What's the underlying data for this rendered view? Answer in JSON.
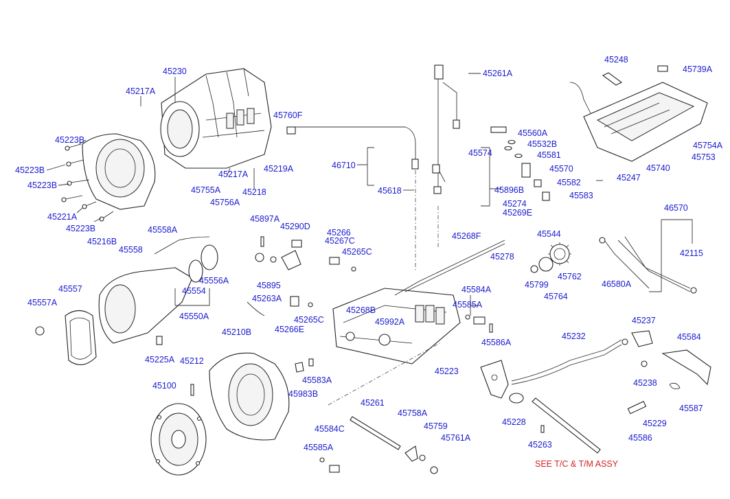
{
  "labels": {
    "l45230": "45230",
    "l45217A_1": "45217A",
    "l45223B_1": "45223B",
    "l45223B_2": "45223B",
    "l45223B_3": "45223B",
    "l45221A": "45221A",
    "l45223B_4": "45223B",
    "l45216B": "45216B",
    "l45760F": "45760F",
    "l45217A_2": "45217A",
    "l45219A": "45219A",
    "l45755A": "45755A",
    "l45218": "45218",
    "l45756A": "45756A",
    "l46710": "46710",
    "l45618": "45618",
    "l45261A": "45261A",
    "l45560A": "45560A",
    "l45532B": "45532B",
    "l45574": "45574",
    "l45581": "45581",
    "l45570": "45570",
    "l45582": "45582",
    "l45583": "45583",
    "l45896B": "45896B",
    "l45248": "45248",
    "l45739A": "45739A",
    "l45754A": "45754A",
    "l45753": "45753",
    "l45740": "45740",
    "l45247": "45247",
    "l45274": "45274",
    "l45269E": "45269E",
    "l46570": "46570",
    "l45897A": "45897A",
    "l45290D": "45290D",
    "l45266": "45266",
    "l45267C": "45267C",
    "l45265C_1": "45265C",
    "l45268F": "45268F",
    "l45544": "45544",
    "l45278": "45278",
    "l42115": "42115",
    "l45558A": "45558A",
    "l45558": "45558",
    "l45895": "45895",
    "l45762": "45762",
    "l45799": "45799",
    "l46580A": "46580A",
    "l45764": "45764",
    "l45557": "45557",
    "l45556A": "45556A",
    "l45554": "45554",
    "l45263A": "45263A",
    "l45584A": "45584A",
    "l45585A_1": "45585A",
    "l45557A": "45557A",
    "l45550A": "45550A",
    "l45265C_2": "45265C",
    "l45268B": "45268B",
    "l45992A": "45992A",
    "l45266E": "45266E",
    "l45210B": "45210B",
    "l45237": "45237",
    "l45232": "45232",
    "l45584": "45584",
    "l45586A": "45586A",
    "l45225A": "45225A",
    "l45212": "45212",
    "l45583A": "45583A",
    "l45223": "45223",
    "l45238": "45238",
    "l45100": "45100",
    "l45983B": "45983B",
    "l45587": "45587",
    "l45261": "45261",
    "l45758A": "45758A",
    "l45228": "45228",
    "l45229": "45229",
    "l45584C": "45584C",
    "l45759": "45759",
    "l45761A": "45761A",
    "l45263": "45263",
    "l45586": "45586",
    "l45585A_2": "45585A",
    "note": "SEE T/C & T/M ASSY"
  },
  "colors": {
    "label": "#1a1ad0",
    "note": "#d62020",
    "line": "#222222"
  }
}
